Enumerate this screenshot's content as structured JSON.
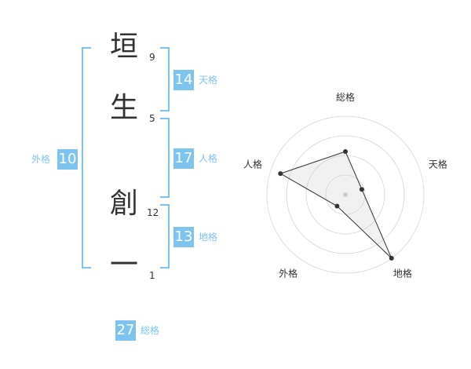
{
  "name": {
    "chars": [
      {
        "char": "垣",
        "strokes": "9"
      },
      {
        "char": "生",
        "strokes": "5"
      },
      {
        "char": "創",
        "strokes": "12"
      },
      {
        "char": "一",
        "strokes": "1"
      }
    ]
  },
  "kaku": {
    "tenkaku": {
      "value": "14",
      "label": "天格"
    },
    "jinkaku": {
      "value": "17",
      "label": "人格"
    },
    "chikaku": {
      "value": "13",
      "label": "地格"
    },
    "gaikaku": {
      "value": "10",
      "label": "外格"
    },
    "soukaku": {
      "value": "27",
      "label": "総格"
    }
  },
  "radar": {
    "axes": [
      "総格",
      "天格",
      "地格",
      "外格",
      "人格"
    ],
    "values": [
      0.55,
      0.22,
      1.0,
      0.18,
      0.87
    ],
    "colors": {
      "accent": "#7cc4ef",
      "line": "#333333",
      "grid": "#dddddd"
    }
  }
}
